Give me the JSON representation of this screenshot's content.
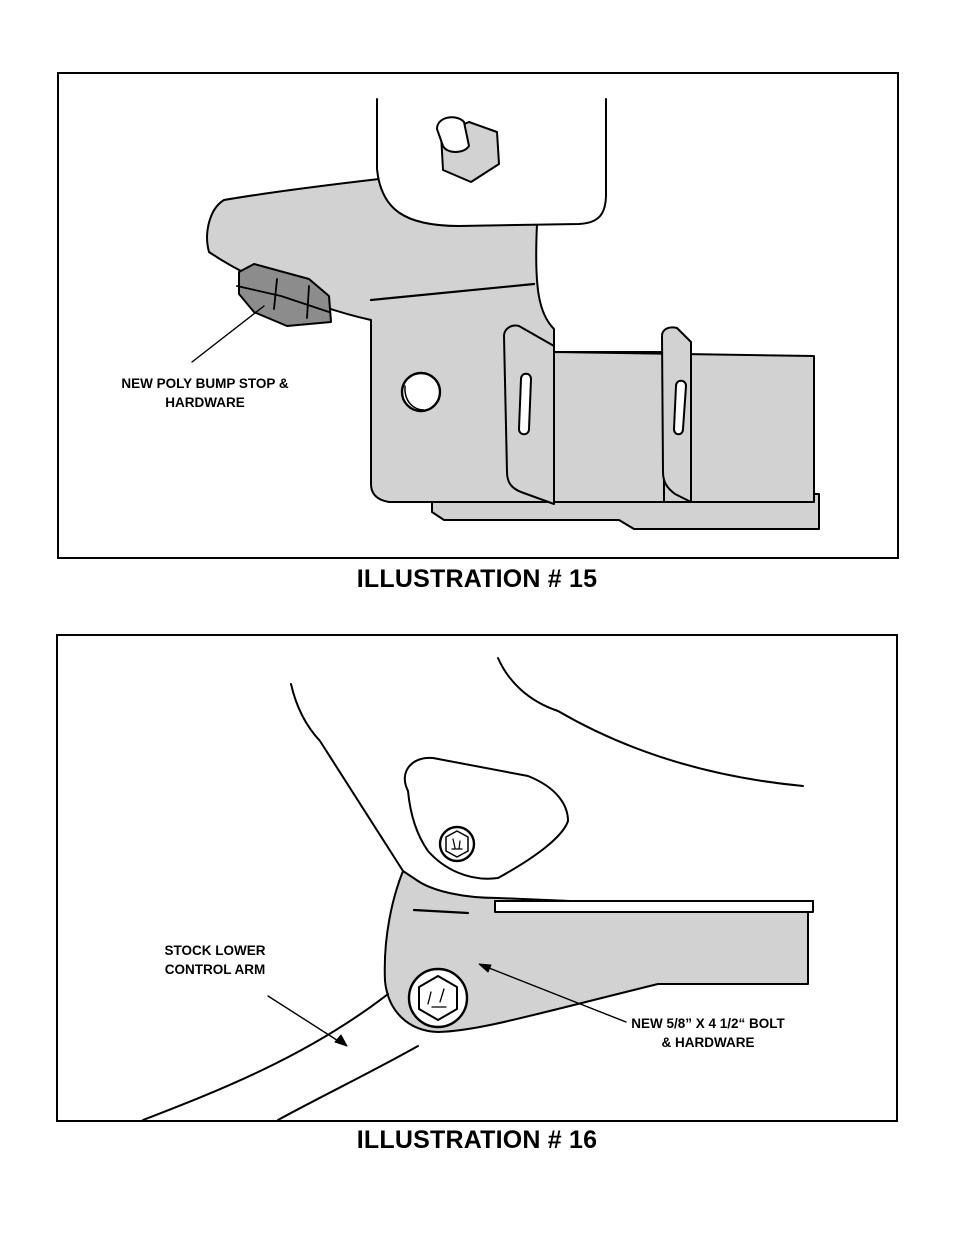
{
  "illustration_15": {
    "caption": "ILLUSTRATION # 15",
    "callout": {
      "line1": "NEW POLY BUMP STOP &",
      "line2": "HARDWARE"
    }
  },
  "illustration_16": {
    "caption": "ILLUSTRATION # 16",
    "callout_arm": {
      "line1": "STOCK LOWER",
      "line2": "CONTROL ARM"
    },
    "callout_bolt": {
      "line1": "NEW 5/8” X 4 1/2“  BOLT",
      "line2": "& HARDWARE"
    }
  },
  "colors": {
    "line": "#000000",
    "part_fill": "#d2d2d2",
    "shadow_fill": "#8c8c8c",
    "background": "#ffffff"
  }
}
